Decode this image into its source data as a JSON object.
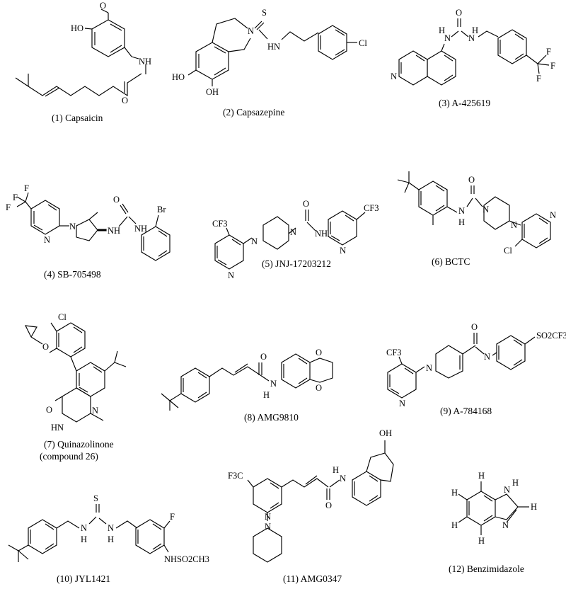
{
  "figure": {
    "compounds": [
      {
        "id": "capsaicin",
        "caption": "(1) Capsaicin",
        "atoms": {
          "ho": "HO",
          "ome": "O",
          "nh": "NH",
          "o": "O"
        }
      },
      {
        "id": "capsazepine",
        "caption": "(2) Capsazepine",
        "atoms": {
          "s": "S",
          "n": "N",
          "hn": "HN",
          "cl": "Cl",
          "ho1": "HO",
          "oh2": "OH"
        }
      },
      {
        "id": "a425619",
        "caption": "(3) A-425619",
        "atoms": {
          "o": "O",
          "nh1": "N",
          "h1": "H",
          "nh2": "N",
          "h2": "H",
          "n": "N",
          "f1": "F",
          "f2": "F",
          "f3": "F"
        }
      },
      {
        "id": "sb705498",
        "caption": "(4) SB-705498",
        "atoms": {
          "f1": "F",
          "f2": "F",
          "f3": "F",
          "npy": "N",
          "npyr": "N",
          "o": "O",
          "nh1": "NH",
          "nh2": "NH",
          "br": "Br"
        }
      },
      {
        "id": "jnj17203212",
        "caption": "(5) JNJ-17203212",
        "atoms": {
          "cf3a": "CF3",
          "n1": "N",
          "n2": "N",
          "o": "O",
          "nh": "NH",
          "npy": "N",
          "cf3b": "CF3",
          "npy2": "N"
        }
      },
      {
        "id": "bctc",
        "caption": "(6) BCTC",
        "atoms": {
          "o": "O",
          "nh": "N",
          "h": "H",
          "n1": "N",
          "n2": "N",
          "npy": "N",
          "cl": "Cl"
        }
      },
      {
        "id": "quinazolinone",
        "caption": "(7) Quinazolinone",
        "caption2": "(compound 26)",
        "atoms": {
          "cl": "Cl",
          "o": "O",
          "o2": "O",
          "n": "N",
          "hn": "HN"
        }
      },
      {
        "id": "amg9810",
        "caption": "(8) AMG9810",
        "atoms": {
          "o": "O",
          "n": "N",
          "h": "H",
          "o1": "O",
          "o2": "O"
        }
      },
      {
        "id": "a784168",
        "caption": "(9) A-784168",
        "atoms": {
          "cf3": "CF3",
          "n1": "N",
          "npy": "N",
          "o": "O",
          "n2": "N",
          "so2cf3": "SO2CF3"
        }
      },
      {
        "id": "jyl1421",
        "caption": "(10) JYL1421",
        "atoms": {
          "s": "S",
          "n1": "N",
          "h1": "H",
          "n2": "N",
          "h2": "H",
          "f": "F",
          "nhso": "NHSO2CH3"
        }
      },
      {
        "id": "amg0347",
        "caption": "(11) AMG0347",
        "atoms": {
          "f3c": "F3C",
          "npy": "N",
          "npip": "N",
          "o": "O",
          "n": "N",
          "h": "H",
          "oh": "OH"
        }
      },
      {
        "id": "benzimidazole",
        "caption": "(12) Benzimidazole",
        "atoms": {
          "h1": "H",
          "h2": "H",
          "h3": "H",
          "h4": "H",
          "h5": "H",
          "nh": "N",
          "nh_h": "H",
          "n": "N"
        }
      }
    ]
  }
}
